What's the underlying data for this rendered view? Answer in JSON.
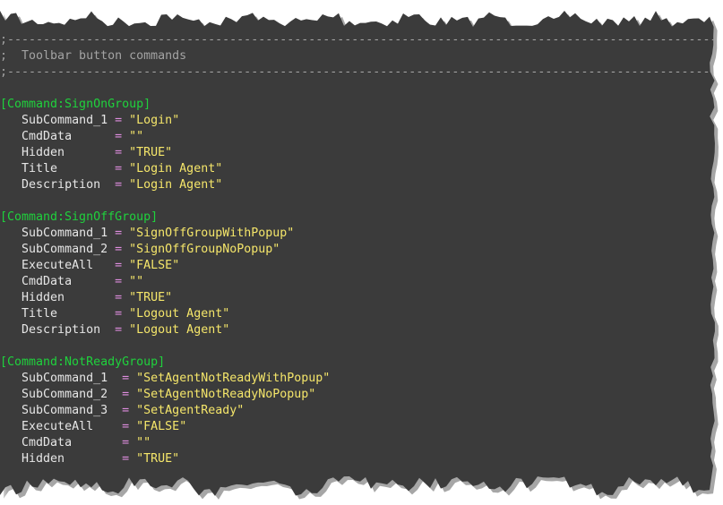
{
  "editor": {
    "comment_lines": [
      ";-----------------------------------------------------------------------------------------------------",
      ";  Toolbar button commands",
      ";-----------------------------------------------------------------------------------------------------"
    ],
    "sections": [
      {
        "header": "[Command:SignOnGroup]",
        "entries": [
          {
            "key": "SubCommand_1",
            "value": "\"Login\""
          },
          {
            "key": "CmdData",
            "value": "\"\""
          },
          {
            "key": "Hidden",
            "value": "\"TRUE\""
          },
          {
            "key": "Title",
            "value": "\"Login Agent\""
          },
          {
            "key": "Description",
            "value": "\"Login Agent\""
          }
        ]
      },
      {
        "header": "[Command:SignOffGroup]",
        "entries": [
          {
            "key": "SubCommand_1",
            "value": "\"SignOffGroupWithPopup\""
          },
          {
            "key": "SubCommand_2",
            "value": "\"SignOffGroupNoPopup\""
          },
          {
            "key": "ExecuteAll",
            "value": "\"FALSE\""
          },
          {
            "key": "CmdData",
            "value": "\"\""
          },
          {
            "key": "Hidden",
            "value": "\"TRUE\""
          },
          {
            "key": "Title",
            "value": "\"Logout Agent\""
          },
          {
            "key": "Description",
            "value": "\"Logout Agent\""
          }
        ]
      },
      {
        "header": "[Command:NotReadyGroup]",
        "entries": [
          {
            "key": "SubCommand_1",
            "value": "\"SetAgentNotReadyWithPopup\""
          },
          {
            "key": "SubCommand_2",
            "value": "\"SetAgentNotReadyNoPopup\""
          },
          {
            "key": "SubCommand_3",
            "value": "\"SetAgentReady\""
          },
          {
            "key": "ExecuteAll",
            "value": "\"FALSE\""
          },
          {
            "key": "CmdData",
            "value": "\"\""
          },
          {
            "key": "Hidden",
            "value": "\"TRUE\""
          }
        ]
      }
    ],
    "colors": {
      "background": "#3b3b3b",
      "comment": "#a3a3a3",
      "section_header": "#1fd23c",
      "key": "#e6e6e6",
      "operator": "#e08ee0",
      "string": "#f5e66a"
    }
  }
}
